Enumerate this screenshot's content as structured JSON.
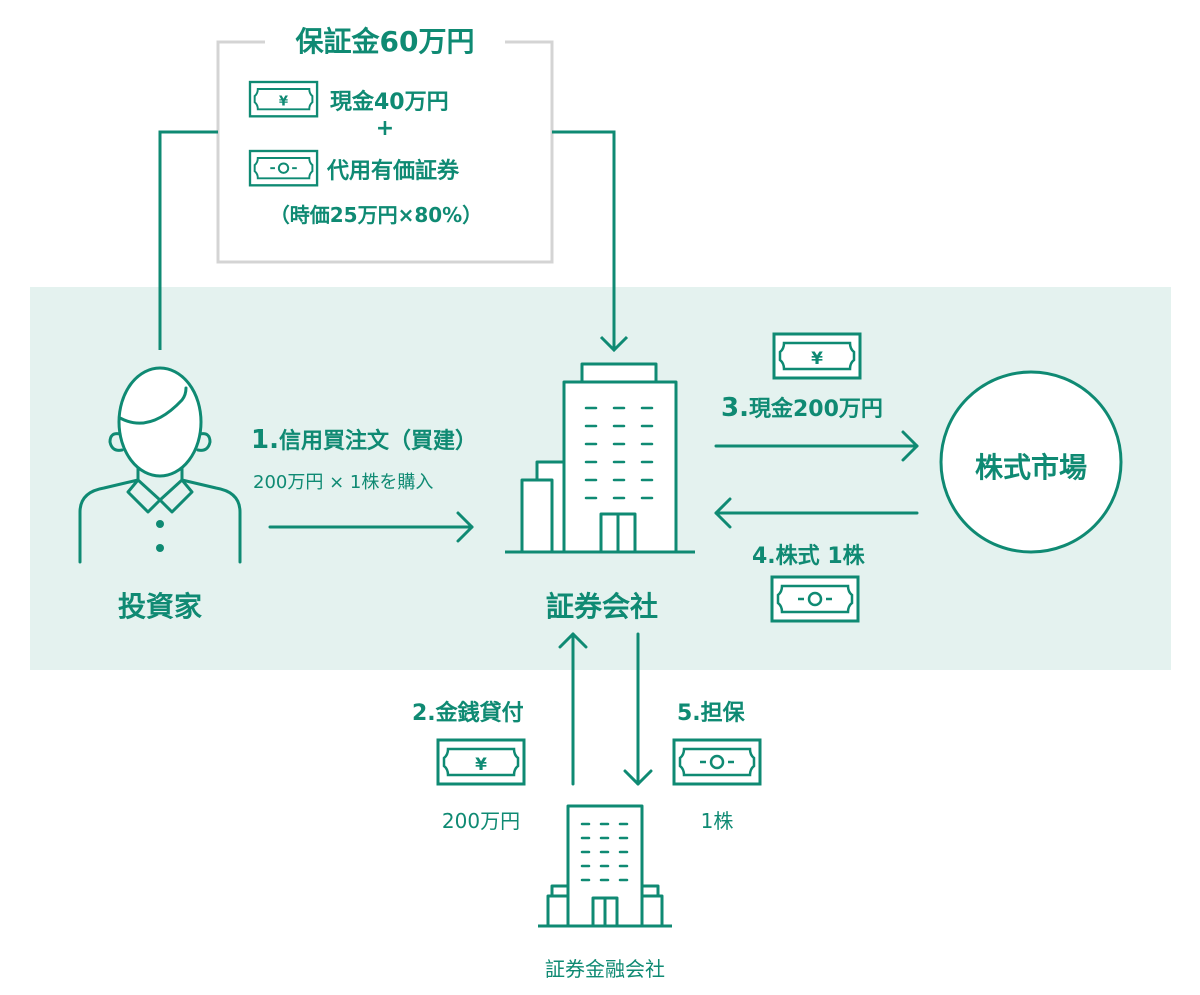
{
  "colors": {
    "accent": "#0f8a73",
    "band": "#e4f2ef",
    "box_border": "#d4d4d4"
  },
  "margin_box": {
    "title": "保証金60万円",
    "cash": "現金40万円",
    "plus": "+",
    "securities": "代用有価証券",
    "note": "（時価25万円×80%）"
  },
  "investor": {
    "label": "投資家",
    "icon": "person-icon"
  },
  "brokerage": {
    "label": "証券会社",
    "icon": "office-building-icon"
  },
  "market": {
    "label": "株式市場"
  },
  "finance_company": {
    "label": "証券金融会社",
    "icon": "office-building-icon"
  },
  "steps": {
    "step1": {
      "num": "1.",
      "title": "信用買注文（買建）",
      "detail": "200万円 × 1株を購入"
    },
    "step2": {
      "title": "2.金銭貸付",
      "amount": "200万円"
    },
    "step3": {
      "num": "3.",
      "title": "現金200万円"
    },
    "step4": {
      "title": "4.株式 1株"
    },
    "step5": {
      "title": "5.担保",
      "amount": "1株"
    }
  },
  "bill_icons": {
    "yen": "yen-banknote-icon",
    "certificate": "stock-certificate-icon",
    "yen_symbol": "￥"
  }
}
